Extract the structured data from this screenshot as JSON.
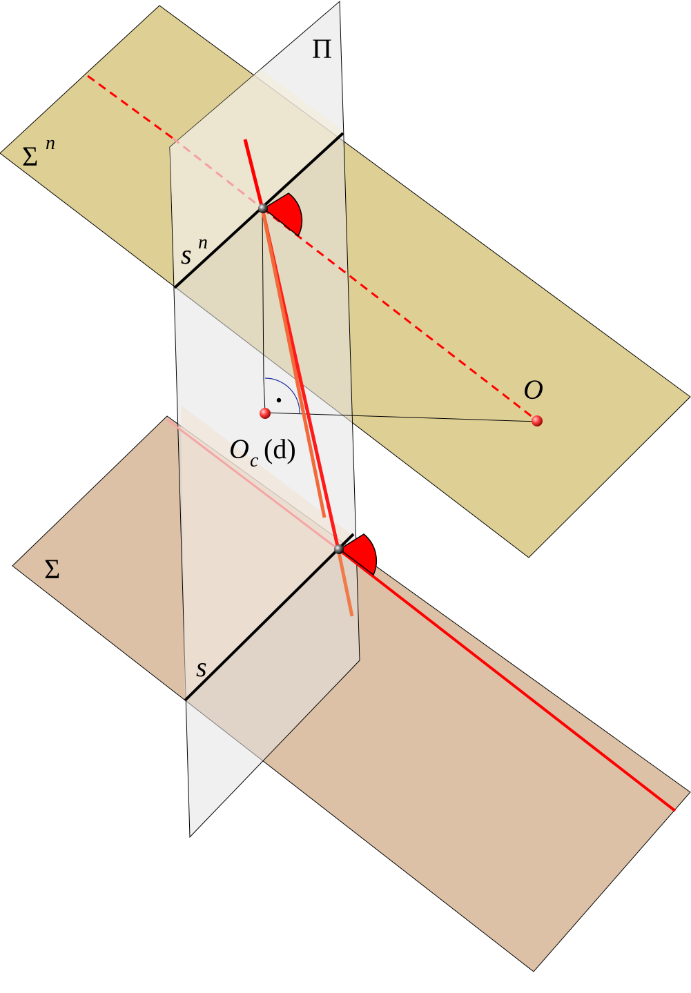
{
  "labels": {
    "pi": "Π",
    "sigma_n": "Σ",
    "sigma_n_sup": "n",
    "s_n": "s",
    "s_n_sup": "n",
    "o": "O",
    "oc_main": "O",
    "oc_sub": "c",
    "oc_paren": "(d)",
    "sigma": "Σ",
    "s": "s"
  },
  "colors": {
    "plane_sigma_n": "#d9c98a",
    "plane_sigma": "#cfa988",
    "plane_pi": "#e6e6e6",
    "red_line": "#ff0000",
    "orange_segment": "#f07040",
    "angle_arc": "#2030a0",
    "point": "#cc2222"
  }
}
